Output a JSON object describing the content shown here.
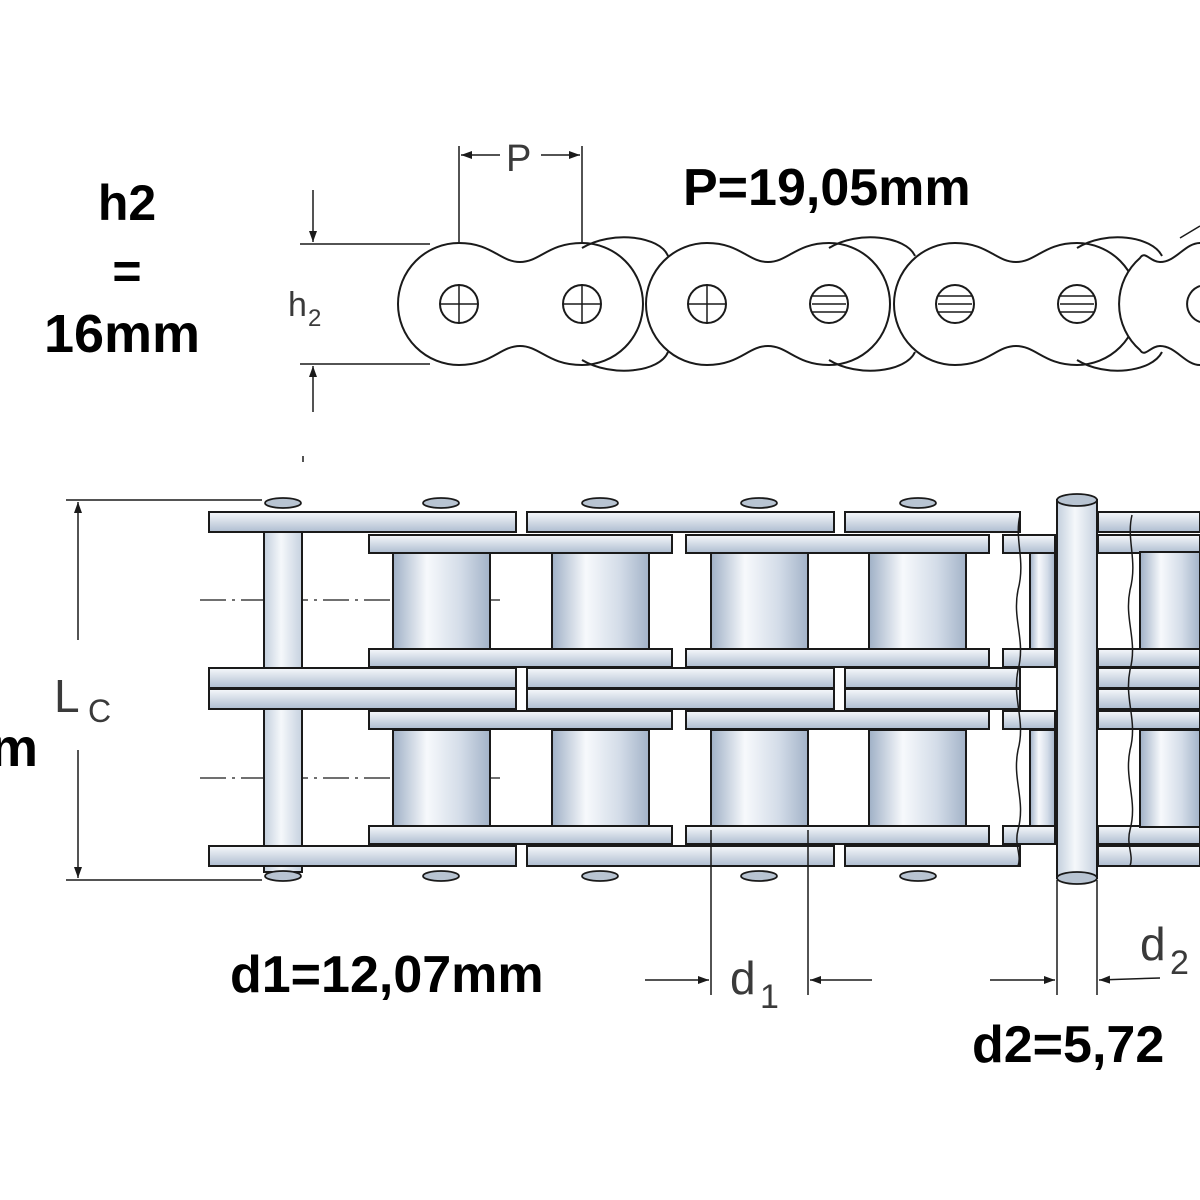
{
  "top_view": {
    "h2_symbol": "h",
    "h2_symbol_sub": "2",
    "pitch_symbol": "P",
    "pitch_value_label": "P=19,05mm"
  },
  "h2_value": {
    "line1": "h2",
    "line2": "=",
    "line3": "16mm"
  },
  "side_view": {
    "lc_symbol": "L",
    "lc_symbol_sub": "C",
    "lc_value_partial": "m",
    "d1_symbol": "d",
    "d1_symbol_sub": "1",
    "d1_value_label": "d1=12,07mm",
    "d2_symbol": "d",
    "d2_symbol_sub": "2",
    "d2_value_label": "d2=5,72"
  },
  "colors": {
    "line": "#1a1a1a",
    "steel_light": "#f4f7fb",
    "steel_dark": "#a9b8cb"
  }
}
